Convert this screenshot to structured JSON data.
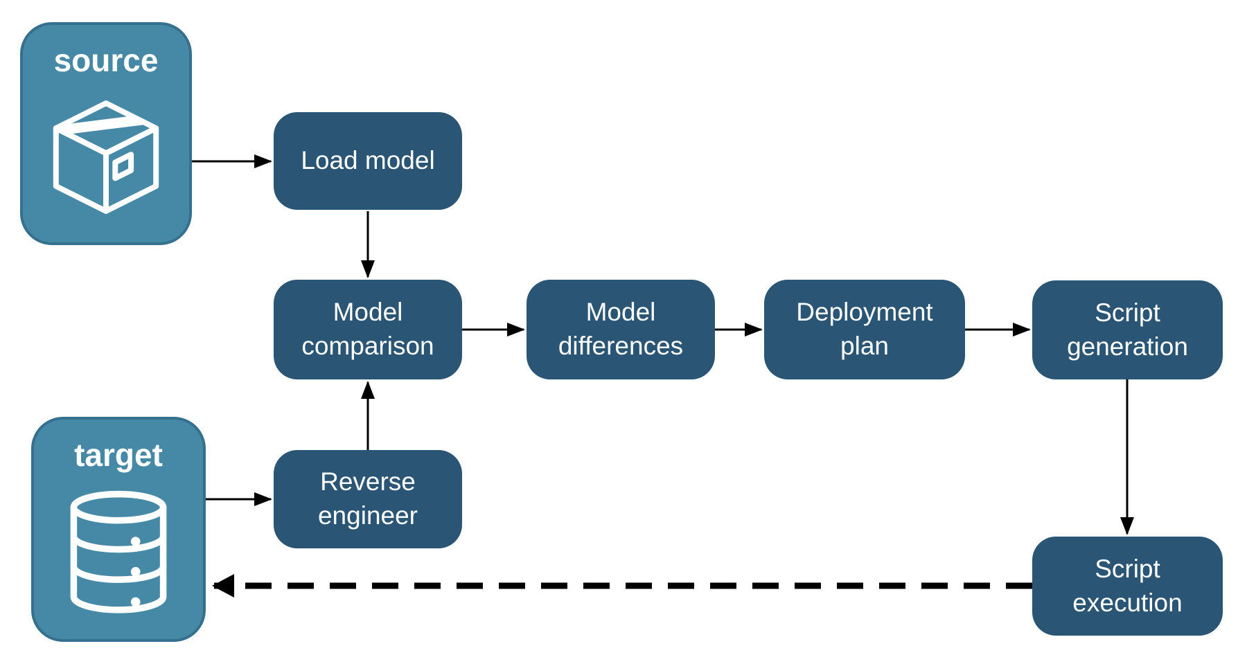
{
  "diagram": {
    "colors": {
      "background": "#ffffff",
      "node_fill": "#2b5574",
      "node_text": "#ffffff",
      "container_fill": "#4689a6",
      "container_border": "#35708e",
      "container_text": "#ffffff",
      "arrow": "#000000"
    },
    "containers": [
      {
        "id": "source",
        "label": "source",
        "icon": "package-icon"
      },
      {
        "id": "target",
        "label": "target",
        "icon": "database-icon"
      }
    ],
    "nodes": [
      {
        "id": "load-model",
        "label": "Load model"
      },
      {
        "id": "model-comparison",
        "label": "Model comparison"
      },
      {
        "id": "model-differences",
        "label": "Model differences"
      },
      {
        "id": "deployment-plan",
        "label": "Deployment plan"
      },
      {
        "id": "script-generation",
        "label": "Script generation"
      },
      {
        "id": "reverse-engineer",
        "label": "Reverse engineer"
      },
      {
        "id": "script-execution",
        "label": "Script execution"
      }
    ],
    "edges": [
      {
        "from": "source",
        "to": "load-model",
        "style": "solid"
      },
      {
        "from": "load-model",
        "to": "model-comparison",
        "style": "solid"
      },
      {
        "from": "model-comparison",
        "to": "model-differences",
        "style": "solid"
      },
      {
        "from": "model-differences",
        "to": "deployment-plan",
        "style": "solid"
      },
      {
        "from": "deployment-plan",
        "to": "script-generation",
        "style": "solid"
      },
      {
        "from": "script-generation",
        "to": "script-execution",
        "style": "solid"
      },
      {
        "from": "target",
        "to": "reverse-engineer",
        "style": "solid"
      },
      {
        "from": "reverse-engineer",
        "to": "model-comparison",
        "style": "solid"
      },
      {
        "from": "script-execution",
        "to": "target",
        "style": "dashed"
      }
    ]
  }
}
